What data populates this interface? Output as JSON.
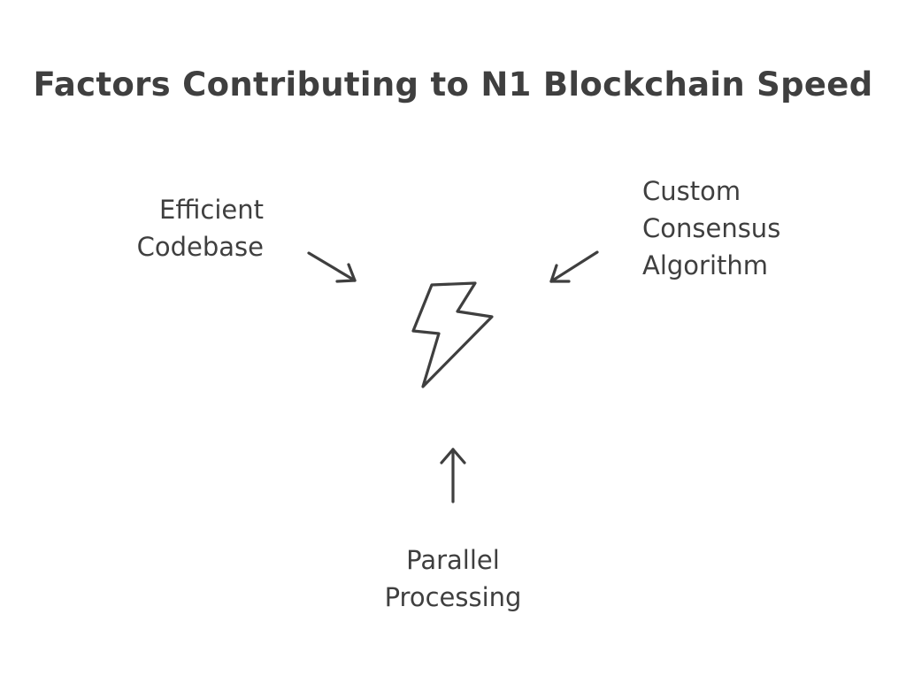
{
  "title": "Factors Contributing to N1 Blockchain Speed",
  "center": {
    "icon": "lightning-bolt-icon"
  },
  "factors": {
    "left": {
      "lines": [
        "Efficient",
        "Codebase"
      ]
    },
    "right": {
      "lines": [
        "Custom",
        "Consensus",
        "Algorithm"
      ]
    },
    "bottom": {
      "lines": [
        "Parallel",
        "Processing"
      ]
    }
  },
  "colors": {
    "ink": "#3f3f3f",
    "background": "#ffffff"
  }
}
